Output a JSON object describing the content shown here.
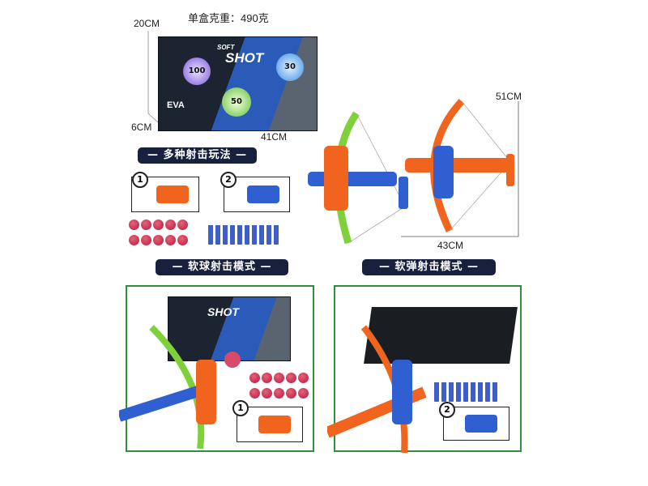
{
  "package": {
    "weight_label": "单盒克重：490克",
    "height": "20CM",
    "depth": "6CM",
    "width": "41CM",
    "brand_small": "SOFT",
    "brand": "SHOT",
    "material": "EVA",
    "targets": [
      "100",
      "30",
      "50"
    ]
  },
  "product": {
    "height": "51CM",
    "width": "43CM"
  },
  "sections": {
    "modes_title": "— 多种射击玩法 —",
    "ball_mode_title": "— 软球射击模式 —",
    "dart_mode_title": "— 软弹射击模式 —"
  },
  "steps": [
    "1",
    "2"
  ],
  "colors": {
    "accent_green": "#2f8f3c",
    "navy": "#17203d",
    "ball": "#c0294a",
    "dart": "#3e5fc9",
    "orange": "#f0641e",
    "blue": "#2f5fd0",
    "lime": "#7fd13b"
  }
}
